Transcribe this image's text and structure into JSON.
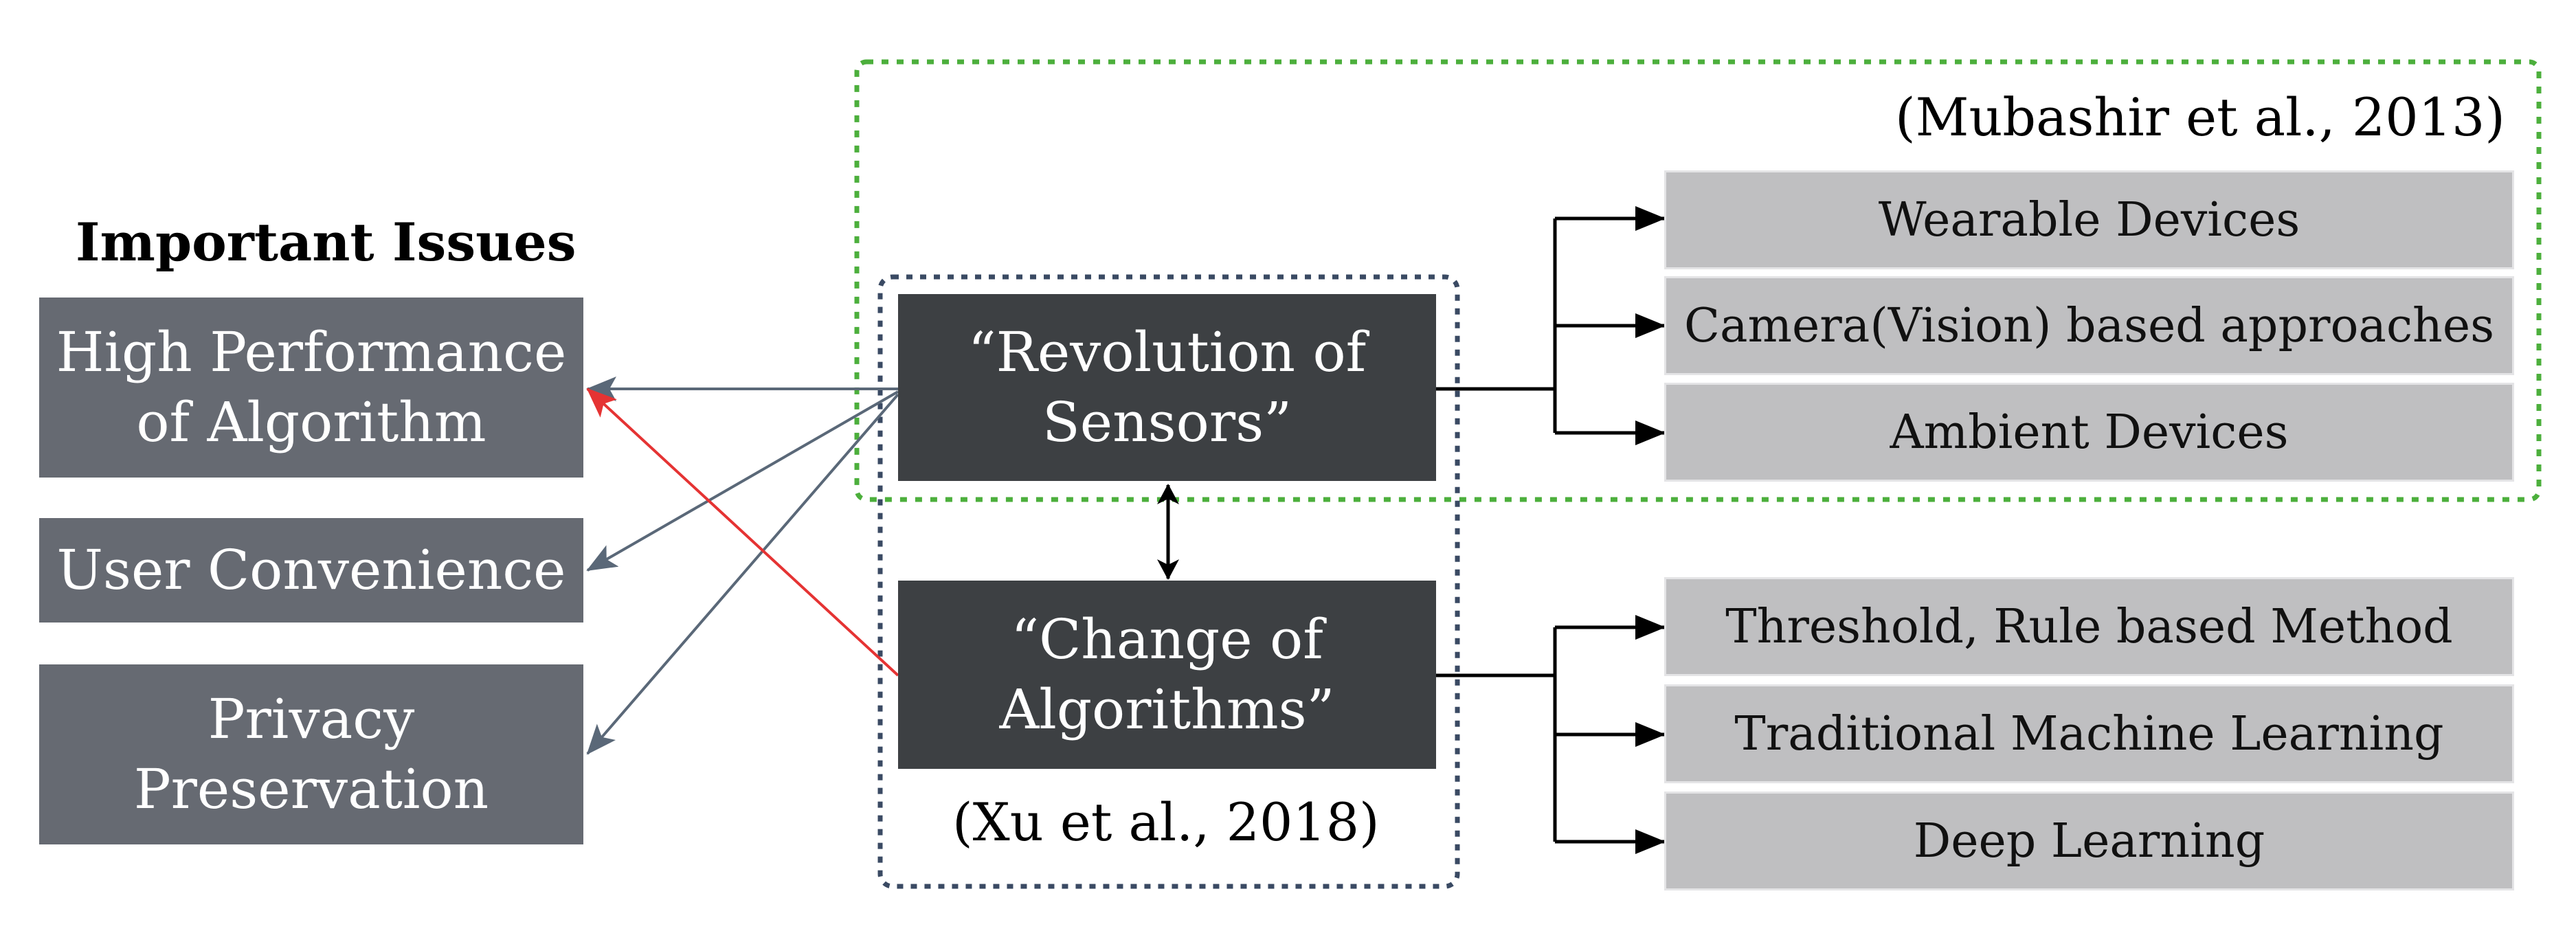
{
  "title": "Important Issues",
  "issues": [
    {
      "label": "High Performance\nof Algorithm"
    },
    {
      "label": "User Convenience"
    },
    {
      "label": "Privacy\nPreservation"
    }
  ],
  "sensors": {
    "label": "“Revolution of\nSensors”",
    "citation": "(Mubashir et al., 2013)",
    "items": [
      "Wearable Devices",
      "Camera(Vision) based approaches",
      "Ambient Devices"
    ]
  },
  "algorithms": {
    "label": "“Change of\nAlgorithms”",
    "citation": "(Xu et al., 2018)",
    "items": [
      "Threshold, Rule based Method",
      "Traditional Machine Learning",
      "Deep Learning"
    ]
  },
  "colors": {
    "issue_box": "#666a72",
    "center_box": "#3d4043",
    "item_box": "#bfbfc1",
    "issue_arrow": "#5a6878",
    "highlight_arrow": "#e53333",
    "sensor_group_border": "#4caf3c",
    "algorithm_group_border": "#3a4a63"
  }
}
